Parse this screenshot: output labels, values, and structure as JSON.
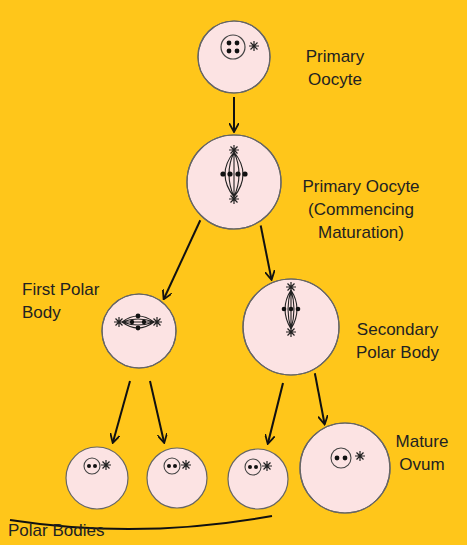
{
  "diagram": {
    "nodes": [
      {
        "text": [
          "Primary Oocyte"
        ]
      },
      {
        "text": [
          "Primary Oocyte (Commencing Maturation)"
        ]
      },
      {
        "text": [
          "First Polar Body"
        ]
      },
      {
        "text": [
          "Secondary Polar Body"
        ]
      },
      {
        "text": [
          "Mature Ovum"
        ]
      }
    ],
    "edges": [
      {
        "from": 0,
        "to": 1,
        "arrow": "to"
      },
      {
        "from": 1,
        "to": 2,
        "arrow": "to"
      },
      {
        "from": 1,
        "to": 3,
        "arrow": "to"
      },
      {
        "from": 3,
        "to": 4,
        "arrow": "to"
      }
    ],
    "labels": [
      "Polar Bodies"
    ]
  }
}
